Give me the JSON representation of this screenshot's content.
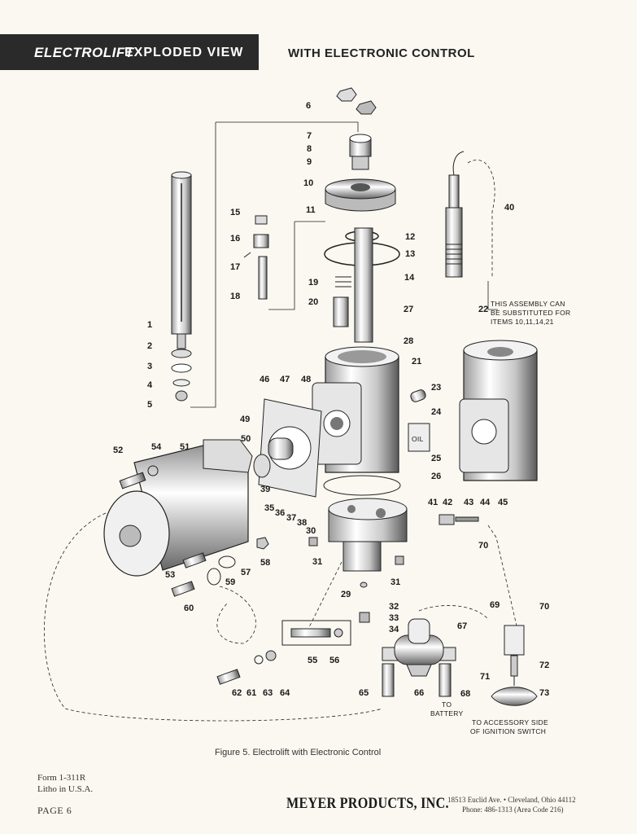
{
  "header": {
    "brand": "ELECTROLIFT",
    "title": "EXPLODED VIEW",
    "subtitle": "WITH ELECTRONIC CONTROL"
  },
  "diagram": {
    "callouts": [
      "1",
      "2",
      "3",
      "4",
      "5",
      "6",
      "7",
      "8",
      "9",
      "10",
      "11",
      "12",
      "13",
      "14",
      "15",
      "16",
      "17",
      "18",
      "19",
      "20",
      "21",
      "22",
      "23",
      "24",
      "25",
      "26",
      "27",
      "28",
      "29",
      "30",
      "31",
      "31",
      "32",
      "33",
      "34",
      "35",
      "36",
      "37",
      "38",
      "39",
      "40",
      "41",
      "42",
      "43",
      "44",
      "45",
      "46",
      "47",
      "48",
      "49",
      "50",
      "51",
      "52",
      "53",
      "54",
      "55",
      "56",
      "57",
      "58",
      "59",
      "60",
      "61",
      "62",
      "63",
      "64",
      "65",
      "66",
      "67",
      "68",
      "69",
      "70",
      "70",
      "71",
      "72",
      "73"
    ],
    "assembly_note": [
      "THIS ASSEMBLY CAN",
      "BE SUBSTITUTED FOR",
      "ITEMS 10,11,14,21"
    ],
    "battery_note": [
      "TO",
      "BATTERY"
    ],
    "ignition_note": [
      "TO ACCESSORY SIDE",
      "OF IGNITION SWITCH"
    ],
    "oil_label": "OIL"
  },
  "caption": "Figure 5.  Electrolift with Electronic Control",
  "footer": {
    "form": "Form 1-311R",
    "litho": "Litho in U.S.A.",
    "page": "PAGE 6",
    "company": "MEYER PRODUCTS, INC.",
    "address_line1": "18513 Euclid Ave. • Cleveland, Ohio 44112",
    "address_line2": "Phone: 486-1313 (Area Code 216)"
  },
  "colors": {
    "header_bg": "#2a2a2a",
    "paper": "#faf8f1",
    "ink": "#1c1c1c"
  }
}
